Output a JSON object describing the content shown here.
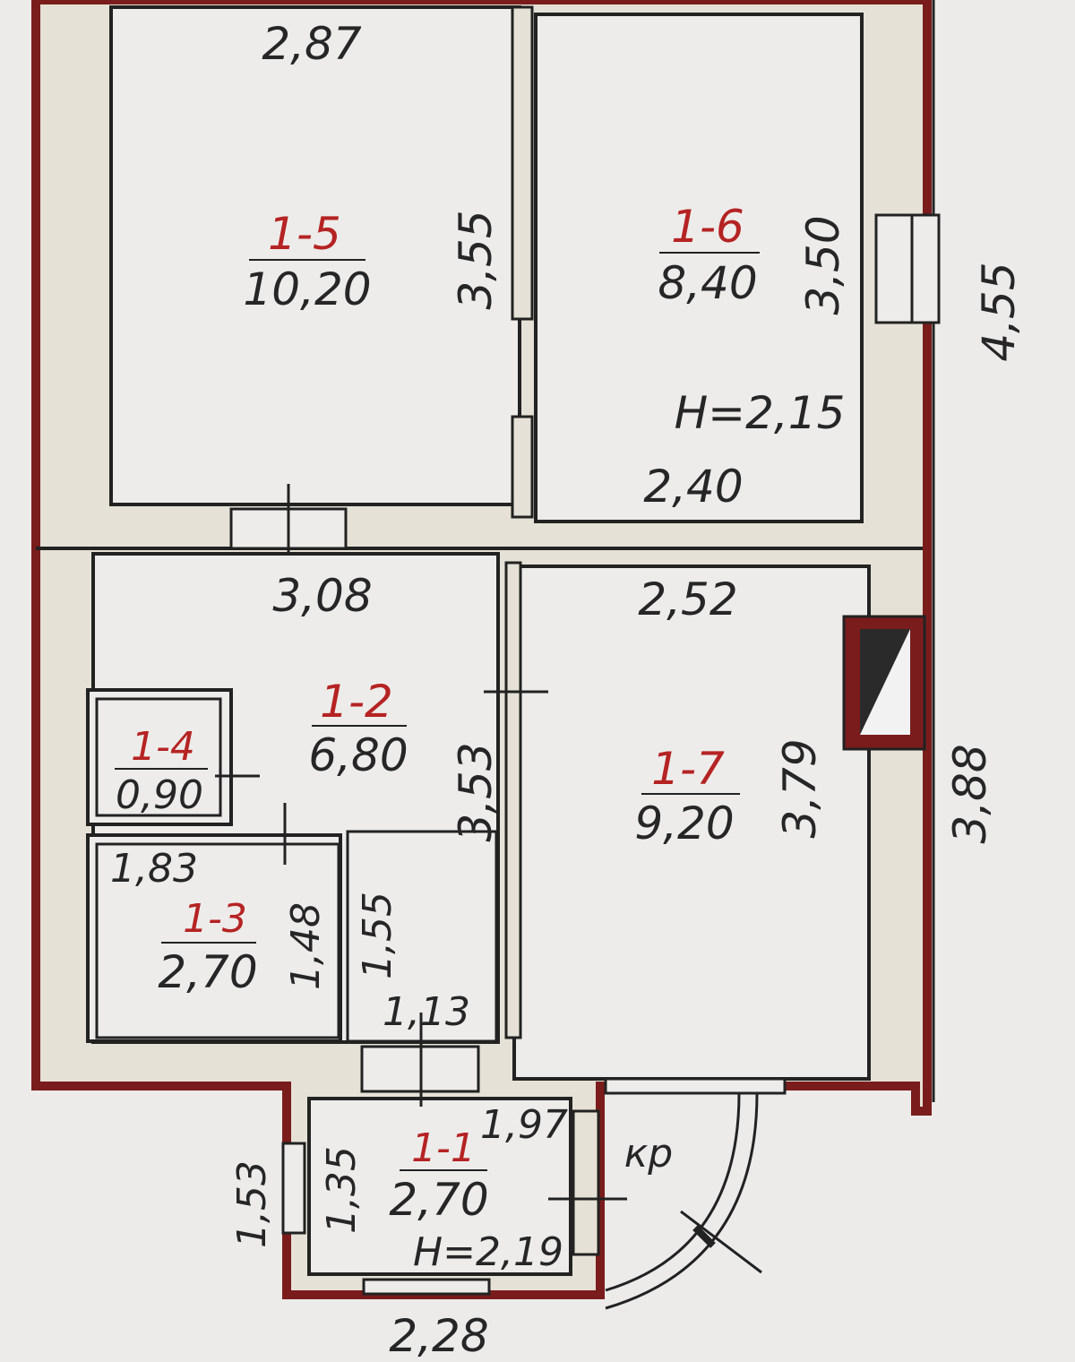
{
  "rooms": [
    {
      "code": "1-5",
      "area": "10,20"
    },
    {
      "code": "1-6",
      "area": "8,40"
    },
    {
      "code": "1-2",
      "area": "6,80"
    },
    {
      "code": "1-4",
      "area": "0,90"
    },
    {
      "code": "1-3",
      "area": "2,70"
    },
    {
      "code": "1-7",
      "area": "9,20"
    },
    {
      "code": "1-1",
      "area": "2,70"
    }
  ],
  "dimensions": {
    "d_2_87": "2,87",
    "d_3_55": "3,55",
    "d_3_50": "3,50",
    "d_4_55": "4,55",
    "d_2_40": "2,40",
    "d_3_08": "3,08",
    "d_2_52": "2,52",
    "d_3_53": "3,53",
    "d_3_79": "3,79",
    "d_3_88": "3,88",
    "d_1_83": "1,83",
    "d_1_48": "1,48",
    "d_1_55": "1,55",
    "d_1_13": "1,13",
    "d_1_97": "1,97",
    "d_1_53": "1,53",
    "d_1_35": "1,35",
    "d_2_28": "2,28"
  },
  "heights": {
    "main": "H=2,15",
    "entry": "H=2,19"
  },
  "porch_label": "кр",
  "colors": {
    "wall": "#7a1c1c",
    "room_code": "#b52323",
    "line": "#222222"
  }
}
